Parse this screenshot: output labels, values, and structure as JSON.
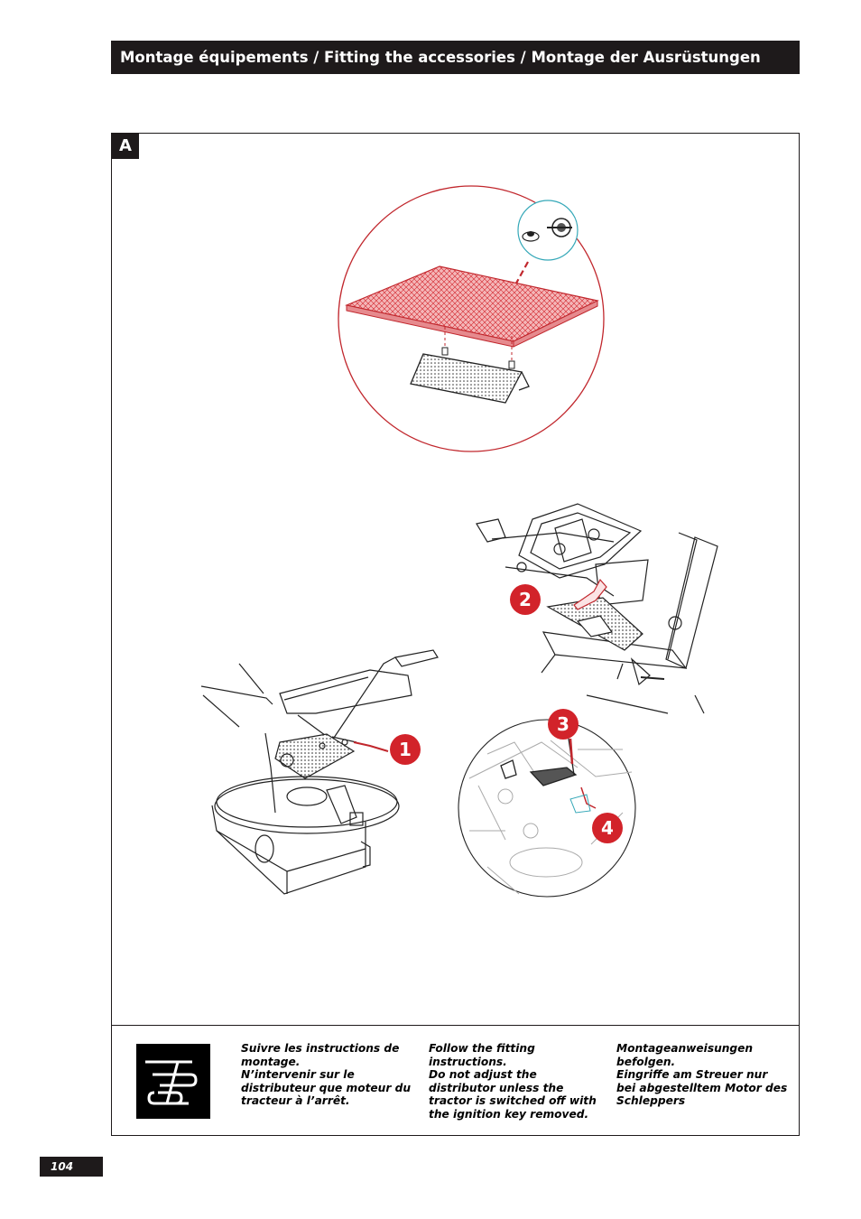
{
  "header": {
    "title": "Montage équipements / Fitting the accessories / Montage der Ausrüstungen"
  },
  "section": {
    "label": "A"
  },
  "steps": [
    "1",
    "2",
    "3",
    "4"
  ],
  "colors": {
    "accent": "#d2232a",
    "dark": "#1e1a1b",
    "teal": "#35a8b8"
  },
  "icons": [
    "user-manual-icon"
  ],
  "warnings": {
    "fr": {
      "line1": "Suivre les instructions de montage.",
      "line2": "N’intervenir sur le distributeur que moteur du tracteur à l’arrêt."
    },
    "en": {
      "line1": "Follow the fitting instructions.",
      "line2": "Do not adjust the distributor unless the tractor is switched off with the ignition key removed."
    },
    "de": {
      "line1": "Montageanweisungen befolgen.",
      "line2": "Eingriffe am Streuer nur bei abgestelltem Motor des Schleppers"
    }
  },
  "footer": {
    "page_number": "104"
  }
}
